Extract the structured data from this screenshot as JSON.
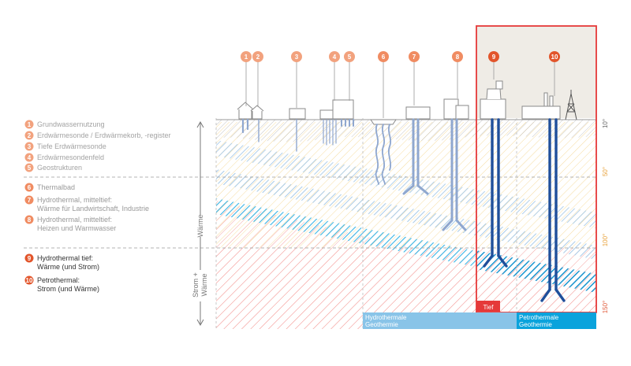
{
  "legend": [
    {
      "num": "1",
      "text": "Grundwassernutzung",
      "group": "light"
    },
    {
      "num": "2",
      "text": "Erdwärmesonde / Erdwärmekorb, -register",
      "group": "light"
    },
    {
      "num": "3",
      "text": "Tiefe Erdwärmesonde",
      "group": "light"
    },
    {
      "num": "4",
      "text": "Erdwärmesondenfeld",
      "group": "light"
    },
    {
      "num": "5",
      "text": "Geostrukturen",
      "group": "light"
    },
    {
      "num": "6",
      "text": "Thermalbad",
      "group": "mid"
    },
    {
      "num": "7",
      "text": "Hydrothermal, mitteltief:",
      "text2": "Wärme für Landwirtschaft, Industrie",
      "group": "mid"
    },
    {
      "num": "8",
      "text": "Hydrothermal, mitteltief:",
      "text2": "Heizen und Warmwasser",
      "group": "mid"
    },
    {
      "num": "9",
      "text": "Hydrothermal tief:",
      "text2": "Wärme (und Strom)",
      "group": "deep"
    },
    {
      "num": "10",
      "text": "Petrothermal:",
      "text2": "Strom (und Wärme)",
      "group": "deep"
    }
  ],
  "axis": {
    "waerme": "Wärme",
    "strom_waerme_1": "Strom +",
    "strom_waerme_2": "Wärme"
  },
  "depths": [
    {
      "label": "10°",
      "color": "#666666"
    },
    {
      "label": "50°",
      "color": "#e8a13a"
    },
    {
      "label": "100°",
      "color": "#e8a13a"
    },
    {
      "label": "150°",
      "color": "#e05a3a"
    }
  ],
  "tief_label": "Tief",
  "banners": {
    "hydro": {
      "line1": "Hydrothermale",
      "line2": "Geothermie"
    },
    "petro": {
      "line1": "Petrothermale",
      "line2": "Geothermie"
    }
  },
  "colors": {
    "light_orange": "#f2a27e",
    "mid_orange": "#f08c62",
    "deep_red": "#e2552b",
    "pipe_light": "#8fa7cf",
    "pipe_deep": "#1f4f9b",
    "box_red": "#e53939",
    "hydro_banner": "#89c4e8",
    "petro_banner": "#0aa3dc"
  }
}
